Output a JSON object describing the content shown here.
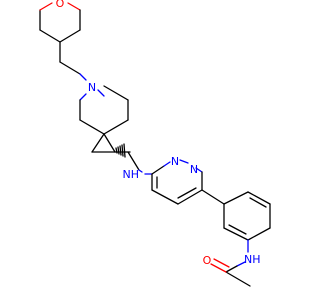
{
  "molecule": {
    "atoms": {
      "oxygen_pyran": "O",
      "nitrogen_spiro": "N",
      "nh_amine": "NH",
      "n_pyridazine_1": "N",
      "n_pyridazine_2": "N",
      "nh_amide": "NH",
      "oxygen_carbonyl": "O"
    },
    "colors": {
      "carbon": "#000000",
      "nitrogen": "#0000ff",
      "oxygen": "#ff0000"
    }
  }
}
